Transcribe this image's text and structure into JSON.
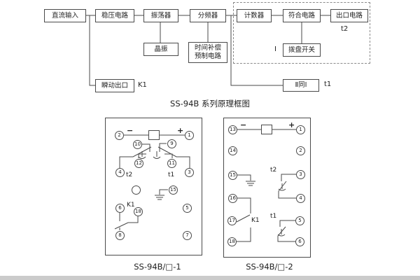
{
  "colors": {
    "line": "#4a4a4a",
    "text": "#222222",
    "dashed": "#8a8a8a",
    "strip": "#cbcbcb"
  },
  "block_diagram": {
    "caption": "SS-94B 系列原理框图",
    "boxes": {
      "dc_input": "直流输入",
      "regulator": "稳压电路",
      "oscillator": "振荡器",
      "crystal": "晶振",
      "divider": "分频器",
      "time_comp_line1": "时间补偿",
      "time_comp_line2": "预制电路",
      "counter": "计数器",
      "coincidence": "符合电路",
      "output": "出口电路",
      "dial_switch": "拨盘开关",
      "instant_output": "瞬动出口",
      "group2_same": "Ⅱ同Ⅰ"
    },
    "labels": {
      "k1": "K1",
      "t2": "t2",
      "group1": "Ⅰ",
      "t1": "t1"
    }
  },
  "terminal_diagram_1": {
    "caption": "SS-94B/□-1",
    "signs": {
      "minus": "−",
      "plus": "+"
    },
    "labels": {
      "t2": "t2",
      "t1": "t1",
      "k1": "K1"
    },
    "terminals": {
      "p2": "2",
      "p1": "1",
      "p10": "10",
      "p9": "9",
      "p12": "12",
      "p11": "11",
      "p4": "4",
      "p3": "3",
      "p15": "15",
      "p6": "6",
      "p18": "18",
      "p5": "5",
      "p8": "8",
      "p7": "7"
    }
  },
  "terminal_diagram_2": {
    "caption": "SS-94B/□-2",
    "signs": {
      "minus": "−",
      "plus": "+"
    },
    "labels": {
      "t2": "t2",
      "t1": "t1",
      "k1": "K1"
    },
    "terminals": {
      "p13": "13",
      "p1": "1",
      "p14": "14",
      "p2": "2",
      "p15": "15",
      "p3": "3",
      "p16": "16",
      "p4": "4",
      "p17": "17",
      "p5": "5",
      "p18": "18",
      "p6": "6"
    }
  }
}
